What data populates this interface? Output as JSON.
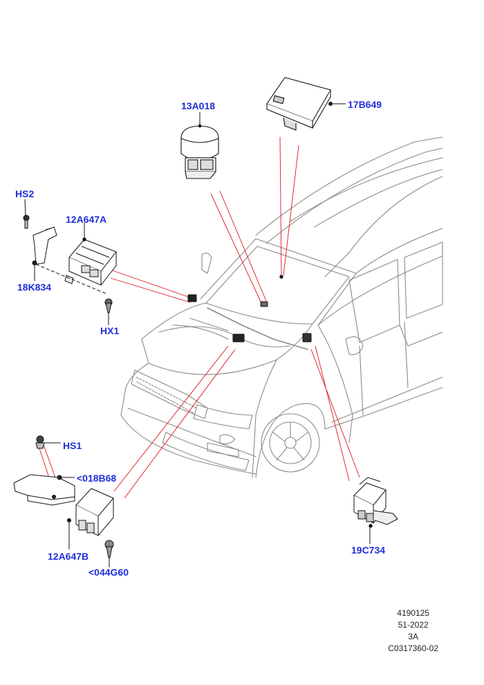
{
  "labels": {
    "hs2": "HS2",
    "p12a647a": "12A647A",
    "p18k834": "18K834",
    "hx1": "HX1",
    "p13a018": "13A018",
    "p17b649": "17B649",
    "hs1": "HS1",
    "p018b68": "<018B68",
    "p12a647b": "12A647B",
    "p044g60": "<044G60",
    "p19c734": "19C734"
  },
  "footer": {
    "line1": "4190125",
    "line2": "51-2022",
    "line3": "3A",
    "line4": "C0317360-02"
  },
  "colors": {
    "label": "#1f2fd8",
    "leader": "#e0141e",
    "linework": "#555555"
  }
}
